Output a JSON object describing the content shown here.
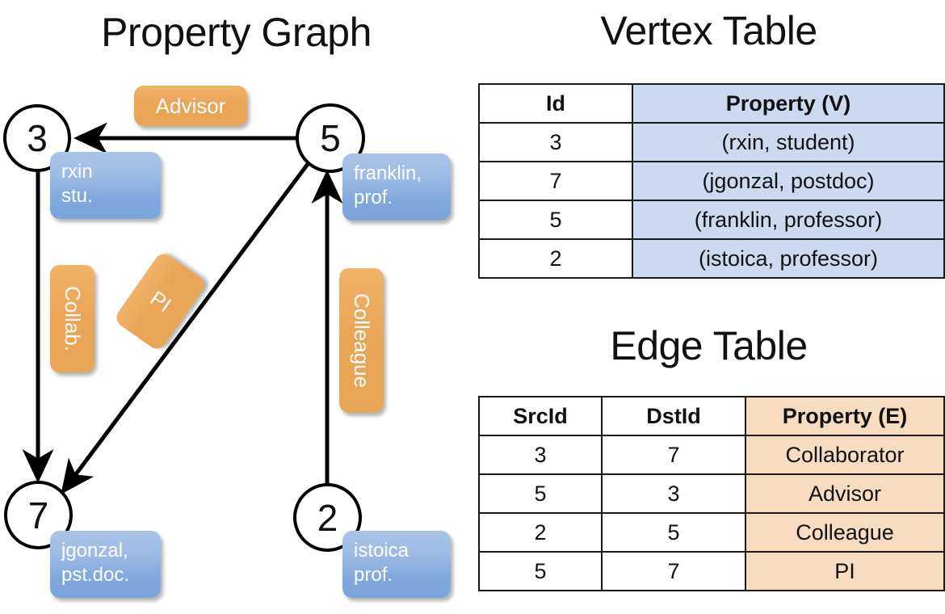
{
  "titles": {
    "graph": "Property Graph",
    "vertex": "Vertex Table",
    "edge": "Edge Table"
  },
  "graph": {
    "nodes": [
      {
        "id": "3",
        "property_lines": [
          "rxin",
          "stu."
        ]
      },
      {
        "id": "5",
        "property_lines": [
          "franklin,",
          "prof."
        ]
      },
      {
        "id": "7",
        "property_lines": [
          "jgonzal,",
          "pst.doc."
        ]
      },
      {
        "id": "2",
        "property_lines": [
          "istoica",
          "prof."
        ]
      }
    ],
    "node_labels": {
      "n3": "3",
      "n5": "5",
      "n7": "7",
      "n2": "2"
    },
    "property_labels": {
      "p3_line1": "rxin",
      "p3_line2": "stu.",
      "p5_line1": "franklin,",
      "p5_line2": "prof.",
      "p7_line1": "jgonzal,",
      "p7_line2": "pst.doc.",
      "p2_line1": "istoica",
      "p2_line2": "prof."
    },
    "edge_labels": {
      "advisor": "Advisor",
      "collab": "Collab.",
      "pi": "PI",
      "colleague": "Colleague"
    },
    "edges": [
      {
        "from": "5",
        "to": "3",
        "label": "Advisor"
      },
      {
        "from": "3",
        "to": "7",
        "label": "Collab."
      },
      {
        "from": "5",
        "to": "7",
        "label": "PI"
      },
      {
        "from": "2",
        "to": "5",
        "label": "Colleague"
      }
    ]
  },
  "vertex_table": {
    "headers": [
      "Id",
      "Property (V)"
    ],
    "rows": [
      {
        "id": "3",
        "property": "(rxin, student)"
      },
      {
        "id": "7",
        "property": "(jgonzal, postdoc)"
      },
      {
        "id": "5",
        "property": "(franklin, professor)"
      },
      {
        "id": "2",
        "property": "(istoica, professor)"
      }
    ]
  },
  "edge_table": {
    "headers": [
      "SrcId",
      "DstId",
      "Property (E)"
    ],
    "rows": [
      {
        "src": "3",
        "dst": "7",
        "property": "Collaborator"
      },
      {
        "src": "5",
        "dst": "3",
        "property": "Advisor"
      },
      {
        "src": "2",
        "dst": "5",
        "property": "Colleague"
      },
      {
        "src": "5",
        "dst": "7",
        "property": "PI"
      }
    ]
  },
  "colors": {
    "vertex_property_fill": "#ccd9ee",
    "edge_property_fill": "#f6ddc0",
    "node_box_blue": "#7fa8dd",
    "edge_label_orange": "#eaa455",
    "border": "#1a1a1a",
    "text": "#111111"
  }
}
